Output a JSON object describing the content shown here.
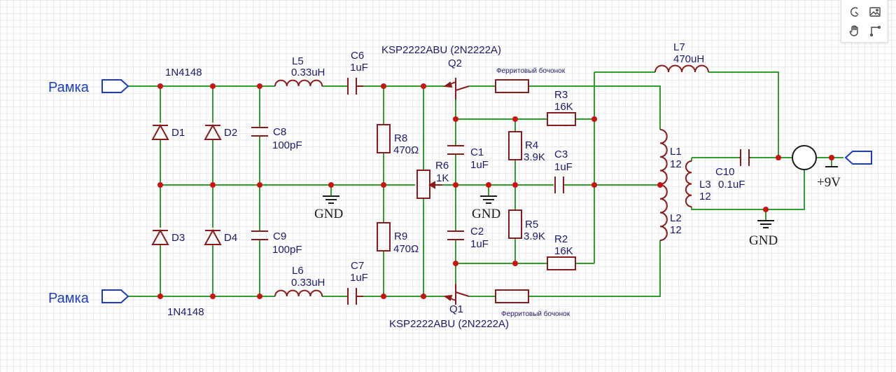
{
  "ports": {
    "input_top": "Рамка",
    "input_bottom": "Рамка"
  },
  "labels": {
    "diode_top_part": "1N4148",
    "diode_bottom_part": "1N4148",
    "d1": "D1",
    "d2": "D2",
    "d3": "D3",
    "d4": "D4",
    "c8": "C8",
    "c8_value": "100pF",
    "c9": "C9",
    "c9_value": "100pF",
    "l5": "L5",
    "l5_value": "0.33uH",
    "l6": "L6",
    "l6_value": "0.33uH",
    "c6": "C6",
    "c6_value": "1uF",
    "c7": "C7",
    "c7_value": "1uF",
    "r8": "R8",
    "r8_value": "470Ω",
    "r9": "R9",
    "r9_value": "470Ω",
    "r6": "R6",
    "r6_value": "1K",
    "q2": "Q2",
    "q2_part": "KSP2222ABU (2N2222A)",
    "q1": "Q1",
    "q1_part": "KSP2222ABU (2N2222A)",
    "c1": "C1",
    "c1_value": "1uF",
    "c2": "C2",
    "c2_value": "1uF",
    "r4": "R4",
    "r4_value": "3.9K",
    "r5": "R5",
    "r5_value": "3.9K",
    "r3": "R3",
    "r3_value": "16K",
    "r2": "R2",
    "r2_value": "16K",
    "c3": "C3",
    "c3_value": "1uF",
    "ferrite_top": "Ферритовый бочонок",
    "ferrite_bottom": "Ферритовый бочонок",
    "l7": "L7",
    "l7_value": "470uH",
    "l1": "L1",
    "l1_value": "12",
    "l2": "L2",
    "l2_value": "12",
    "l3": "L3",
    "l3_value": "12",
    "c10": "C10",
    "c10_value": "0.1uF",
    "vcc": "+9V",
    "gnd1": "GND",
    "gnd2": "GND",
    "gnd3": "GND"
  },
  "colors": {
    "wire": "#2e9e2e",
    "component": "#8b1a1a",
    "junction": "#cc1111",
    "label": "#1a1a6e",
    "port": "#1a3cc8"
  },
  "toolbar": {
    "icons": [
      "lasso-icon",
      "image-icon",
      "hand-icon",
      "wire-icon"
    ]
  }
}
